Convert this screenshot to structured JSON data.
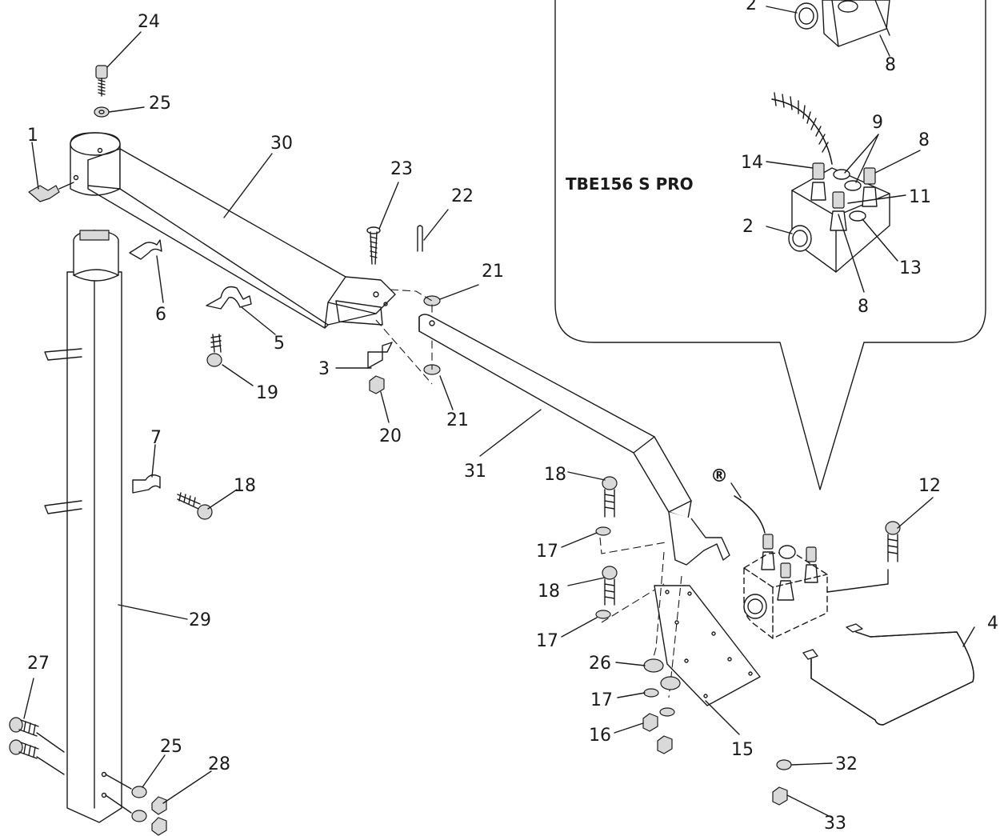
{
  "inset": {
    "model": "TBE156 S PRO",
    "callouts": [
      "2",
      "8",
      "9",
      "8",
      "14",
      "11",
      "2",
      "13",
      "8"
    ]
  },
  "registered_mark": "®",
  "callouts": [
    "24",
    "25",
    "1",
    "30",
    "23",
    "22",
    "21",
    "6",
    "5",
    "3",
    "19",
    "20",
    "21",
    "7",
    "18",
    "31",
    "18",
    "12",
    "17",
    "18",
    "29",
    "17",
    "4",
    "26",
    "27",
    "17",
    "16",
    "25",
    "28",
    "15",
    "32",
    "33"
  ]
}
